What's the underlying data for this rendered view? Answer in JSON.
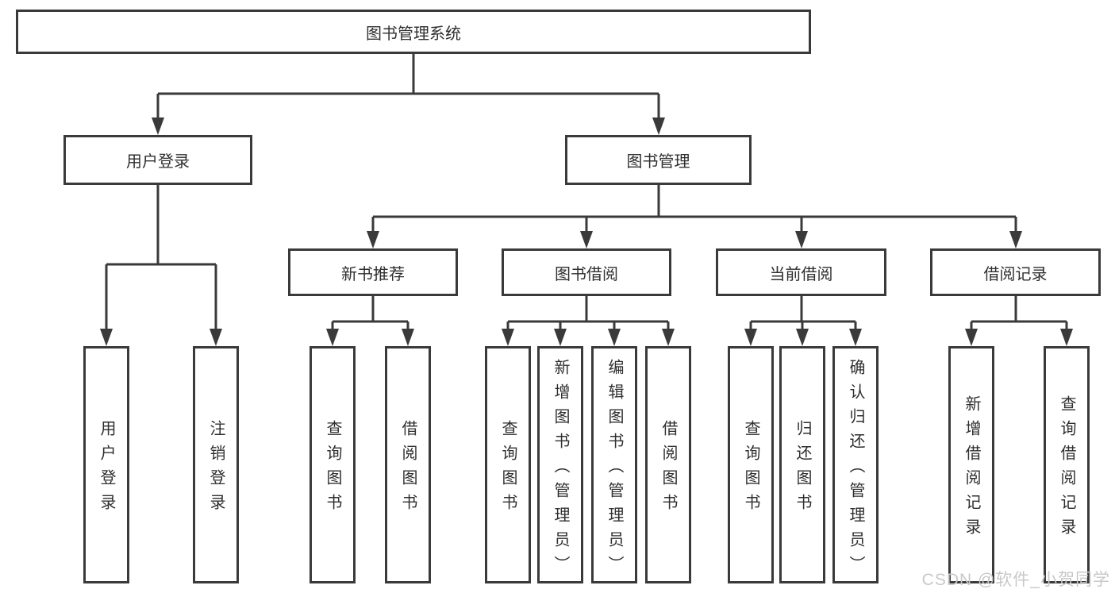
{
  "colors": {
    "line": "#3a3a3a",
    "text": "#2f2f2f",
    "box-bg": "#ffffff",
    "watermark": "#c8c8c8"
  },
  "watermark": {
    "text": "CSDN @软件_小贺同学"
  },
  "tree": {
    "root": {
      "label": "图书管理系统"
    },
    "children": [
      {
        "label": "用户登录",
        "children": [
          {
            "label": "用户登录"
          },
          {
            "label": "注销登录"
          }
        ]
      },
      {
        "label": "图书管理",
        "children": [
          {
            "label": "新书推荐",
            "children": [
              {
                "label": "查询图书"
              },
              {
                "label": "借阅图书"
              }
            ]
          },
          {
            "label": "图书借阅",
            "children": [
              {
                "label": "查询图书"
              },
              {
                "label": "新增图书（管理员）"
              },
              {
                "label": "编辑图书（管理员）"
              },
              {
                "label": "借阅图书"
              }
            ]
          },
          {
            "label": "当前借阅",
            "children": [
              {
                "label": "查询图书"
              },
              {
                "label": "归还图书"
              },
              {
                "label": "确认归还（管理员）"
              }
            ]
          },
          {
            "label": "借阅记录",
            "children": [
              {
                "label": "新增借阅记录"
              },
              {
                "label": "查询借阅记录"
              }
            ]
          }
        ]
      }
    ]
  }
}
